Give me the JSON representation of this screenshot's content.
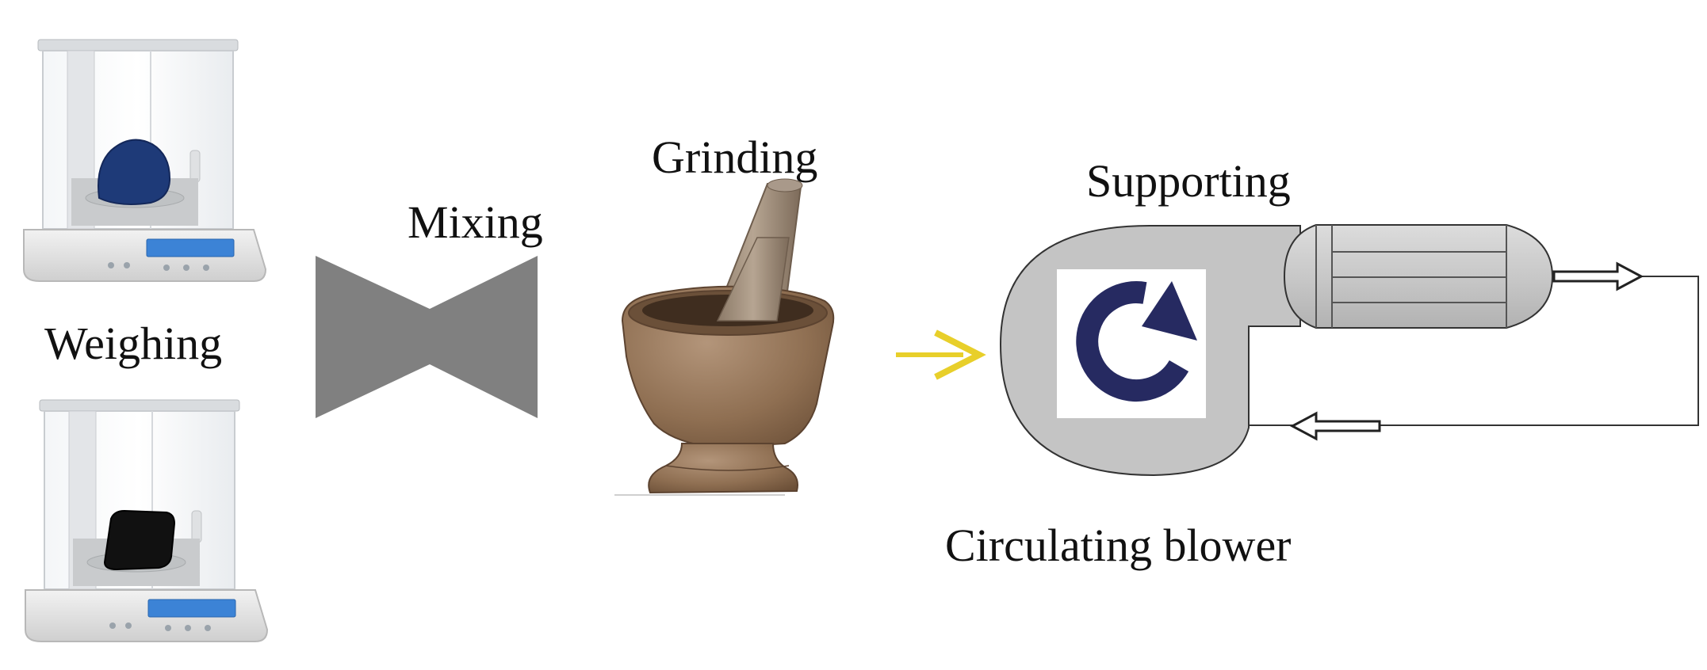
{
  "labels": {
    "weighing": "Weighing",
    "mixing": "Mixing",
    "grinding": "Grinding",
    "supporting": "Supporting",
    "circulating_blower": "Circulating blower"
  },
  "colors": {
    "mixing_cross": "#808080",
    "arrow_yellow": "#f0e33a",
    "blower_body": "#c4c4c4",
    "rotation_icon": "#262a61",
    "balance_sample_top": "#1e3a78",
    "balance_sample_bottom": "#111111",
    "display_blue": "#3c83d6",
    "mortar_stone": "#9a7a5c"
  },
  "icons": [
    "analytical-balance-icon",
    "mixing-cross-icon",
    "mortar-pestle-icon",
    "flow-arrow-icon",
    "rotation-icon",
    "circulating-blower-icon"
  ]
}
